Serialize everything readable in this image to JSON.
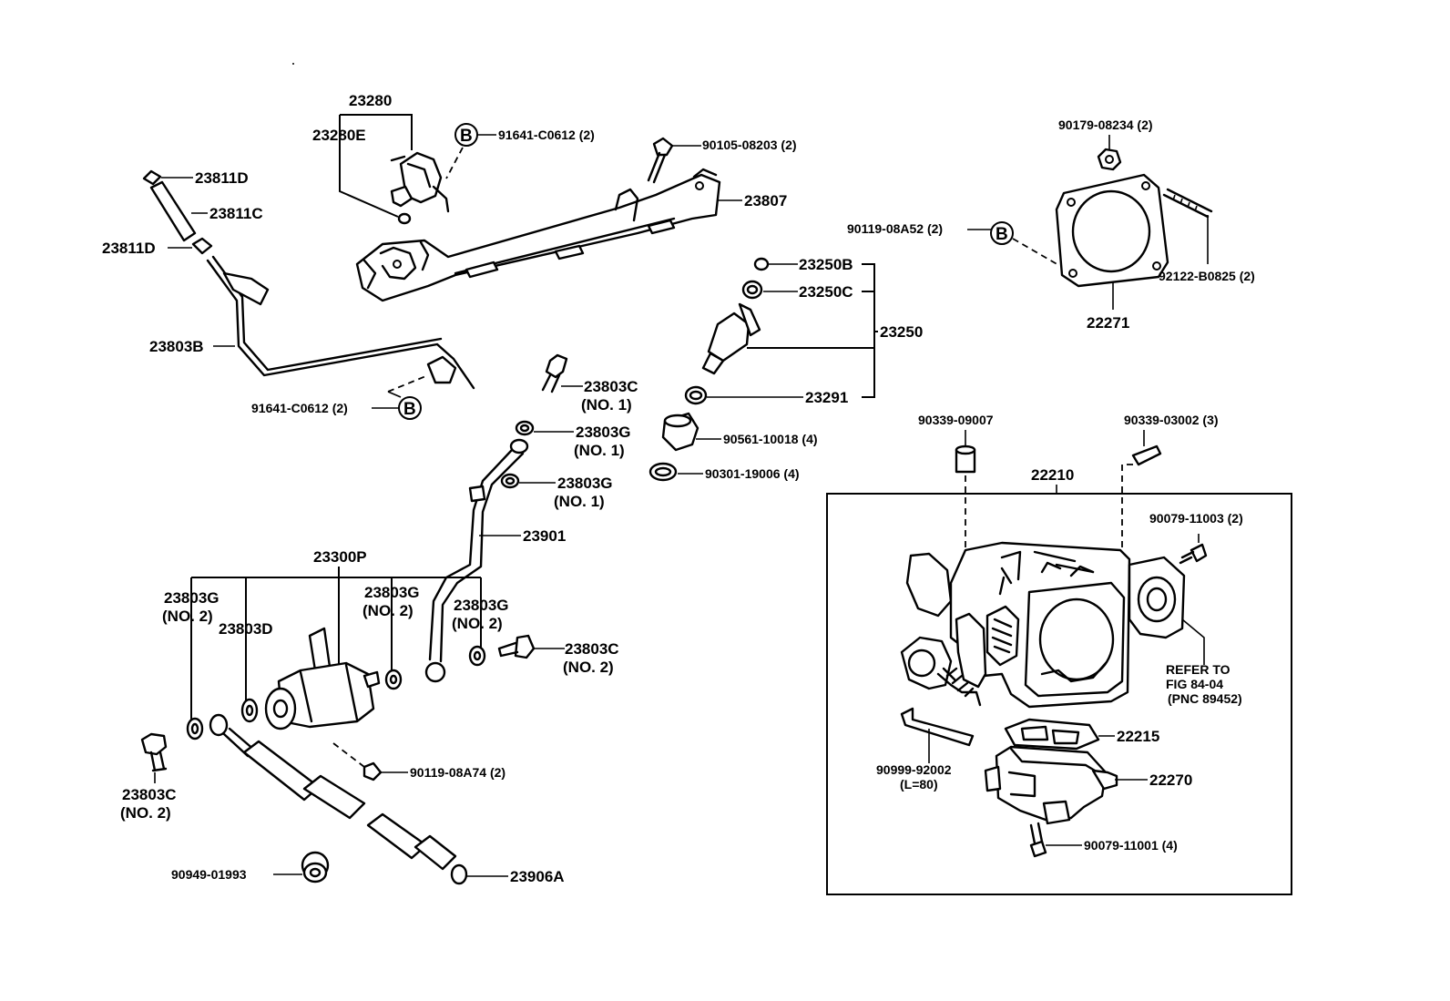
{
  "labels": {
    "p23280": "23280",
    "p23280E": "23280E",
    "p91641_top": "91641-C0612 (2)",
    "p90105": "90105-08203 (2)",
    "p23807": "23807",
    "p23811D_a": "23811D",
    "p23811C": "23811C",
    "p23811D_b": "23811D",
    "p23803B": "23803B",
    "p91641_bot": "91641-C0612 (2)",
    "p90179": "90179-08234 (2)",
    "p90119_A52": "90119-08A52 (2)",
    "p92122": "92122-B0825 (2)",
    "p22271": "22271",
    "p23250B": "23250B",
    "p23250C": "23250C",
    "p23250": "23250",
    "p23291": "23291",
    "p90561": "90561-10018 (4)",
    "p90301": "90301-19006 (4)",
    "p23803C_no1": "23803C",
    "p23803C_no1_sub": "(NO. 1)",
    "p23803G_no1a": "23803G",
    "p23803G_no1a_sub": "(NO. 1)",
    "p23803G_no1b": "23803G",
    "p23803G_no1b_sub": "(NO. 1)",
    "p23901": "23901",
    "p23300P": "23300P",
    "p23803G_no2a": "23803G",
    "p23803G_no2a_sub": "(NO. 2)",
    "p23803D": "23803D",
    "p23803G_no2b": "23803G",
    "p23803G_no2b_sub": "(NO. 2)",
    "p23803G_no2c": "23803G",
    "p23803G_no2c_sub": "(NO. 2)",
    "p23803C_no2a": "23803C",
    "p23803C_no2a_sub": "(NO. 2)",
    "p23803C_no2b": "23803C",
    "p23803C_no2b_sub": "(NO. 2)",
    "p90119_A74": "90119-08A74 (2)",
    "p90949": "90949-01993",
    "p23906A": "23906A",
    "p90339_09007": "90339-09007",
    "p90339_03002": "90339-03002 (3)",
    "p22210": "22210",
    "p90079_11003": "90079-11003 (2)",
    "refer_1": "REFER TO",
    "refer_2": "FIG 84-04",
    "refer_3": "(PNC 89452)",
    "p22215": "22215",
    "p90999": "90999-92002",
    "p90999_sub": "(L=80)",
    "p22270": "22270",
    "p90079_11001": "90079-11001 (4)",
    "ref_b": "B"
  }
}
